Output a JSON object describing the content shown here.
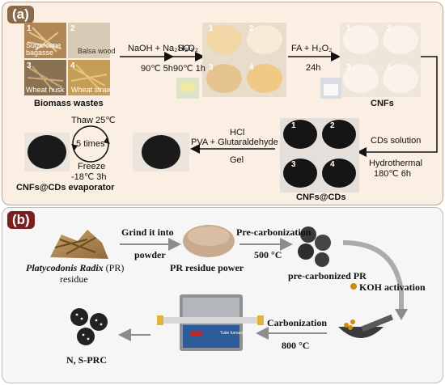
{
  "panel_a": {
    "label": "(a)",
    "biomass": {
      "items": [
        {
          "num": "1",
          "name": "Sugarcane bagasse"
        },
        {
          "num": "2",
          "name": "Balsa wood"
        },
        {
          "num": "3",
          "name": "Wheat husk"
        },
        {
          "num": "4",
          "name": "Wheat straw"
        }
      ],
      "caption": "Biomass wastes"
    },
    "step1": {
      "line1": "NaOH + Na₂SO₃",
      "line2": "90℃ 5h"
    },
    "step2": {
      "line1": "H₂O₂",
      "line2": "90℃ 1h"
    },
    "step3": {
      "line1": "FA + H₂O₂",
      "line2": "24h"
    },
    "cnfs_caption": "CNFs",
    "cds": {
      "line1": "CDs solution",
      "line2": "Hydrothermal",
      "line3": "180℃ 6h"
    },
    "cnfs_cds_caption": "CNFs@CDs",
    "gel_step": {
      "line1": "HCl",
      "line2": "PVA + Glutaraldehyde",
      "line3": "Gel"
    },
    "cycle": {
      "thaw": "Thaw 25℃",
      "times": "5 times",
      "freeze": "Freeze",
      "freeze_temp": "-18℃ 3h"
    },
    "evaporator_caption": "CNFs@CDs evaporator",
    "photo_nums": [
      "1",
      "2",
      "3",
      "4"
    ]
  },
  "panel_b": {
    "label": "(b)",
    "grind": {
      "line1": "Grind it into",
      "line2": "powder"
    },
    "precarb": {
      "line1": "Pre-carbonization",
      "line2": "500 °C"
    },
    "pr_caption": {
      "italic": "Platycodonis Radix",
      "rest": " (PR)",
      "line2": "residue"
    },
    "powder_caption": "PR residue power",
    "precarb_caption": "pre-carbonized PR",
    "koh": "KOH  activation",
    "carb": {
      "line1": "Carbonization",
      "line2": "800 °C"
    },
    "product": "N, S-PRC",
    "furnace_label": "Tube furnace"
  },
  "colors": {
    "panel_a_bg": "#fbeee2",
    "panel_b_bg": "#f6f6f6",
    "arrow": "#111111",
    "arrow_b": "#9a9a9a",
    "koh_dot": "#d08a12"
  }
}
